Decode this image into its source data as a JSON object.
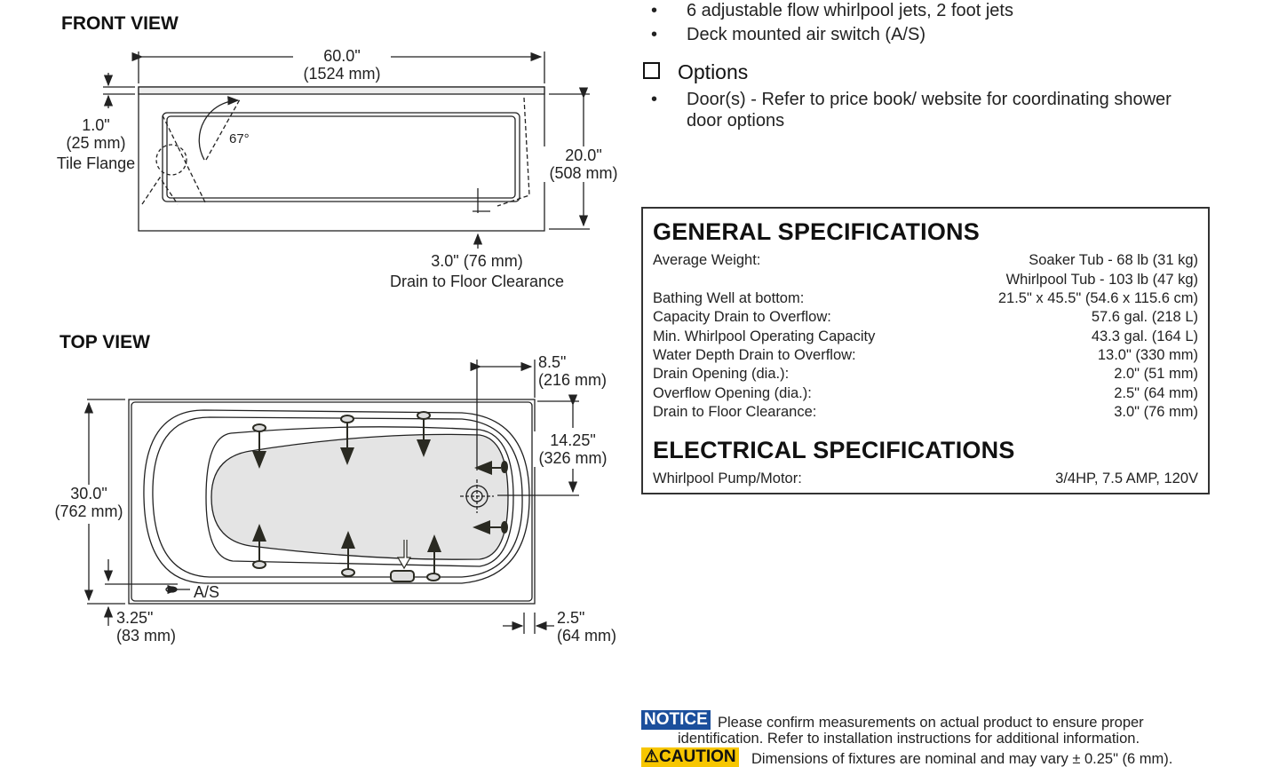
{
  "front_view": {
    "title": "FRONT VIEW",
    "width": "60.0\"",
    "width_mm": "(1524 mm)",
    "flange": "1.0\"",
    "flange_mm": "(25 mm)",
    "flange_label": "Tile Flange",
    "angle": "67°",
    "height": "20.0\"",
    "height_mm": "(508 mm)",
    "drain": "3.0\" (76 mm)",
    "drain_label": "Drain to Floor Clearance"
  },
  "top_view": {
    "title": "TOP VIEW",
    "drain_offset": "8.5\"",
    "drain_offset_mm": "(216 mm)",
    "drain_center": "14.25\"",
    "drain_center_mm": "(326 mm)",
    "depth": "30.0\"",
    "depth_mm": "(762 mm)",
    "as_label": "A/S",
    "left_offset": "3.25\"",
    "left_offset_mm": "(83 mm)",
    "right_offset": "2.5\"",
    "right_offset_mm": "(64 mm)"
  },
  "features": [
    "6 adjustable flow whirlpool jets, 2 foot jets",
    "Deck mounted air switch (A/S)"
  ],
  "options": {
    "title": "Options",
    "items": [
      "Door(s) - Refer to price book/ website for coordinating shower door options"
    ]
  },
  "general": {
    "title": "GENERAL SPECIFICATIONS",
    "rows": [
      {
        "label": "Average Weight:",
        "value": "Soaker Tub - 68 lb (31 kg)"
      },
      {
        "label": "",
        "value": "Whirlpool Tub - 103 lb (47 kg)"
      },
      {
        "label": "Bathing Well at bottom:",
        "value": "21.5\" x 45.5\" (54.6 x 115.6 cm)"
      },
      {
        "label": "Capacity Drain to Overflow:",
        "value": "57.6 gal. (218 L)"
      },
      {
        "label": "Min. Whirlpool Operating Capacity",
        "value": "43.3 gal. (164 L)"
      },
      {
        "label": "Water Depth Drain to Overflow:",
        "value": "13.0\" (330 mm)"
      },
      {
        "label": "Drain Opening (dia.):",
        "value": "2.0\" (51 mm)"
      },
      {
        "label": "Overflow Opening (dia.):",
        "value": "2.5\" (64 mm)"
      },
      {
        "label": "Drain to Floor Clearance:",
        "value": "3.0\" (76 mm)"
      }
    ]
  },
  "electrical": {
    "title": "ELECTRICAL SPECIFICATIONS",
    "rows": [
      {
        "label": "Whirlpool Pump/Motor:",
        "value": "3/4HP, 7.5 AMP, 120V"
      }
    ]
  },
  "notice": {
    "badge": "NOTICE",
    "line1": "Please confirm measurements on actual product to ensure proper",
    "line2": "identification. Refer to installation instructions for additional information.",
    "color": "#1b4f9c"
  },
  "caution": {
    "badge": "CAUTION",
    "text": "Dimensions of fixtures are nominal and may vary ± 0.25\" (6 mm).",
    "color": "#f7c600"
  }
}
